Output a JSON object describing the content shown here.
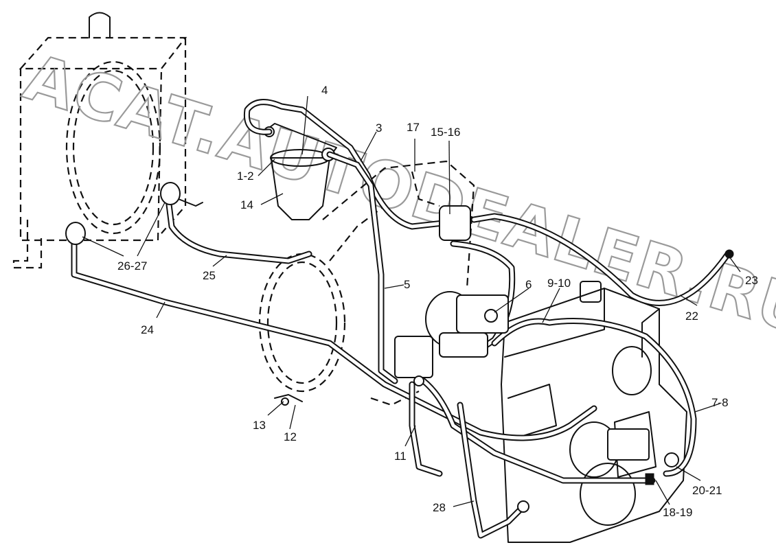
{
  "watermark": "ACAT.AUTODEALER.RU",
  "callouts": [
    {
      "id": "c4",
      "text": "4"
    },
    {
      "id": "c3",
      "text": "3"
    },
    {
      "id": "c17",
      "text": "17"
    },
    {
      "id": "c15-16",
      "text": "15-16"
    },
    {
      "id": "c1-2",
      "text": "1-2"
    },
    {
      "id": "c14",
      "text": "14"
    },
    {
      "id": "c26-27",
      "text": "26-27"
    },
    {
      "id": "c25",
      "text": "25"
    },
    {
      "id": "c5",
      "text": "5"
    },
    {
      "id": "c6",
      "text": "6"
    },
    {
      "id": "c9-10",
      "text": "9-10"
    },
    {
      "id": "c23",
      "text": "23"
    },
    {
      "id": "c22",
      "text": "22"
    },
    {
      "id": "c24",
      "text": "24"
    },
    {
      "id": "c13",
      "text": "13"
    },
    {
      "id": "c12",
      "text": "12"
    },
    {
      "id": "c11",
      "text": "11"
    },
    {
      "id": "c7-8",
      "text": "7-8"
    },
    {
      "id": "c20-21",
      "text": "20-21"
    },
    {
      "id": "c18-19",
      "text": "18-19"
    },
    {
      "id": "c28",
      "text": "28"
    }
  ]
}
